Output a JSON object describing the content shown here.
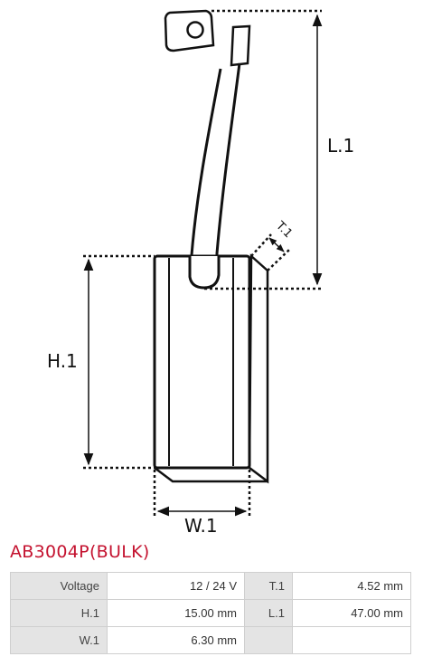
{
  "diagram": {
    "dimension_labels": {
      "length": "L.1",
      "height": "H.1",
      "width": "W.1",
      "thickness": "T.1"
    }
  },
  "part": {
    "code": "AB3004P(BULK)",
    "accent_color": "#c4122f"
  },
  "specs": [
    {
      "label": "Voltage",
      "value": "12 / 24 V",
      "label2": "T.1",
      "value2": "4.52 mm"
    },
    {
      "label": "H.1",
      "value": "15.00 mm",
      "label2": "L.1",
      "value2": "47.00 mm"
    },
    {
      "label": "W.1",
      "value": "6.30 mm",
      "label2": "",
      "value2": ""
    }
  ]
}
